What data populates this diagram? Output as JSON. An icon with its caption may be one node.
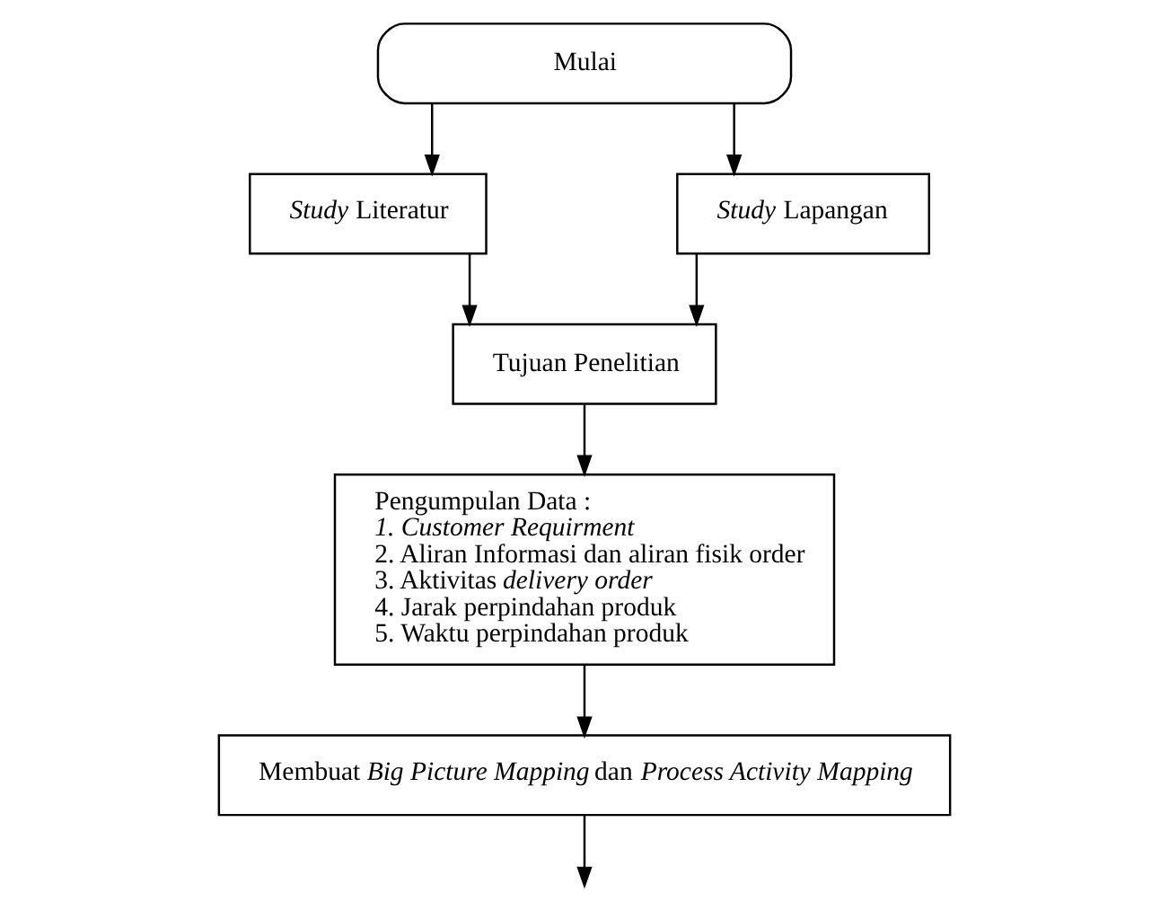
{
  "diagram": {
    "nodes": [
      {
        "text": [
          "Mulai"
        ]
      },
      {
        "text": [
          "*Study* Literatur"
        ]
      },
      {
        "text": [
          "*Study* Lapangan"
        ]
      },
      {
        "text": [
          "Tujuan Penelitian"
        ]
      },
      {
        "text": [
          "Pengumpulan Data :",
          "*1. Customer Requirment*",
          "2. Aliran Informasi dan aliran fisik order",
          "3. Aktivitas *delivery order*",
          "4. Jarak perpindahan produk",
          "5. Waktu perpindahan produk"
        ]
      },
      {
        "text": [
          "Membuat *Big Picture Mapping* dan *Process Activity Mapping*"
        ]
      }
    ],
    "edges": [
      {
        "from": 0,
        "to": 1,
        "arrow": "to"
      },
      {
        "from": 0,
        "to": 2,
        "arrow": "to"
      },
      {
        "from": 1,
        "to": 3,
        "arrow": "to"
      },
      {
        "from": 2,
        "to": 3,
        "arrow": "to"
      },
      {
        "from": 3,
        "to": 4,
        "arrow": "to"
      },
      {
        "from": 4,
        "to": 5,
        "arrow": "to"
      },
      {
        "from": 5,
        "to": null,
        "arrow": "to"
      }
    ]
  }
}
